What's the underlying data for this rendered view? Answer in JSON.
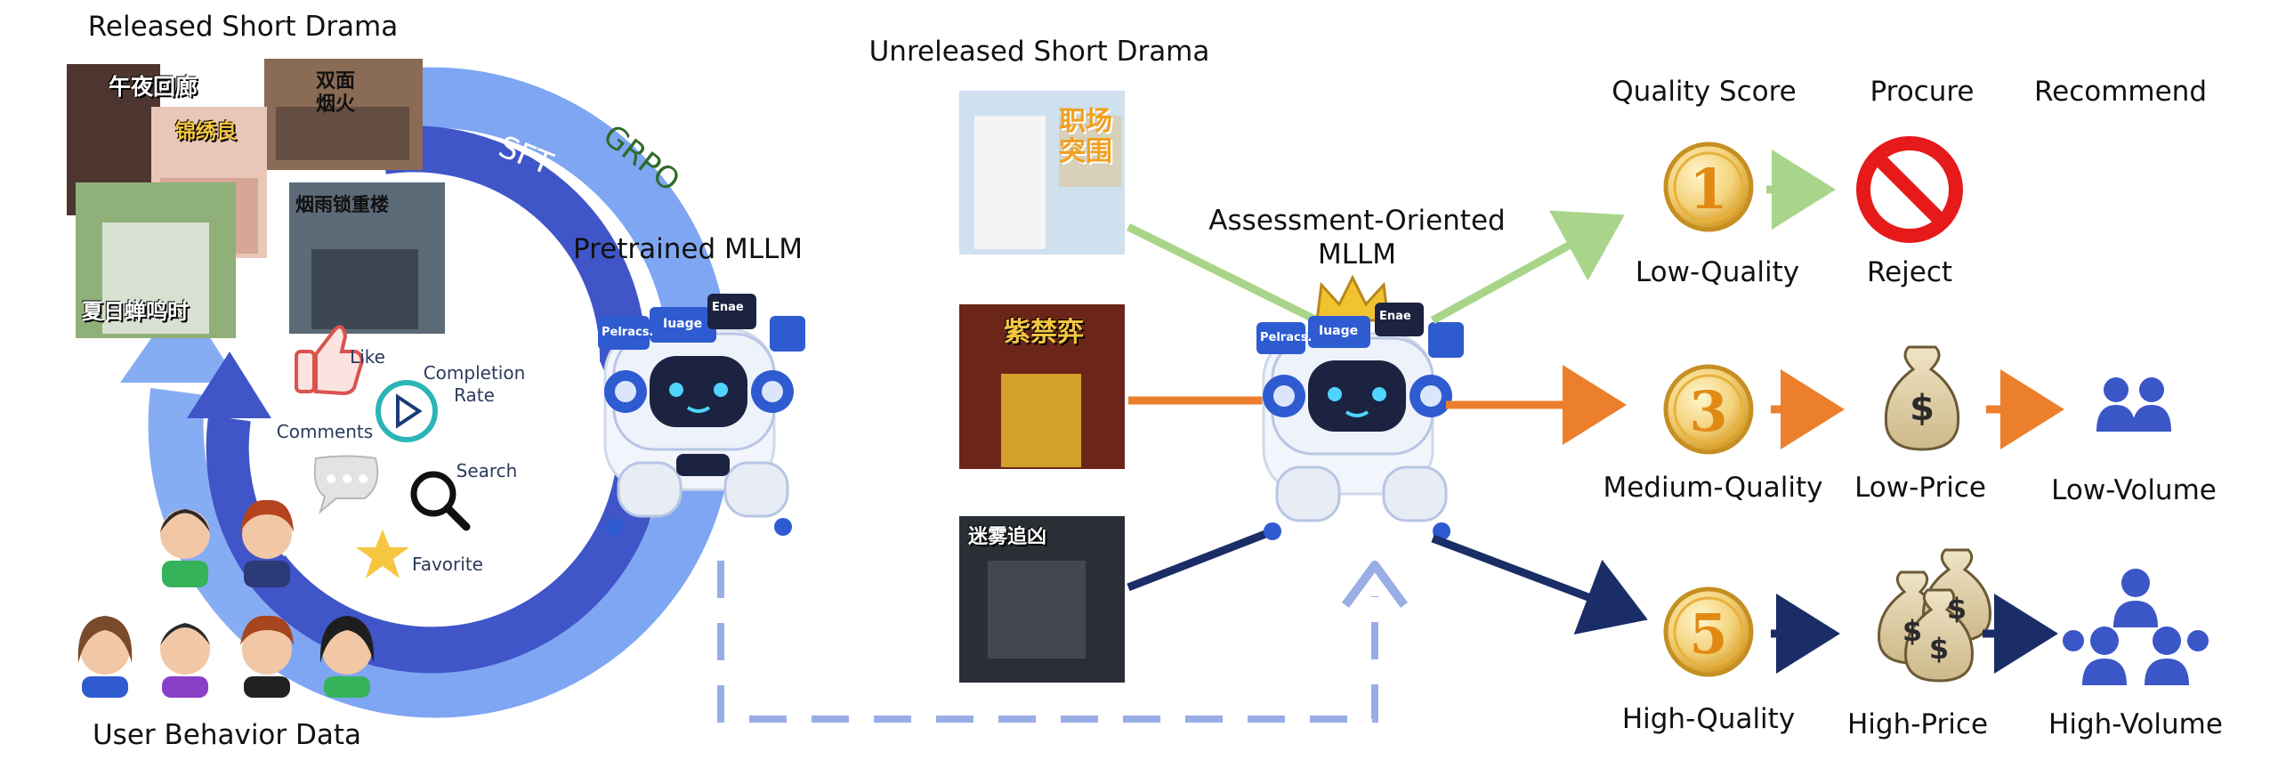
{
  "titles": {
    "released": "Released Short Drama",
    "unreleased": "Unreleased Short Drama",
    "user_behavior": "User Behavior Data",
    "pretrained": "Pretrained MLLM",
    "assessment_line1": "Assessment-Oriented",
    "assessment_line2": "MLLM"
  },
  "loop": {
    "sft": "SFT",
    "grpo": "GRPO"
  },
  "behaviors": {
    "like": "Like",
    "completion_line1": "Completion",
    "completion_line2": "Rate",
    "comments": "Comments",
    "search": "Search",
    "favorite": "Favorite"
  },
  "released_posters": [
    "午夜回廊",
    "锦绣良",
    "双面烟火",
    "夏日蝉鸣时",
    "烟雨锁重楼"
  ],
  "unreleased_posters": [
    "职场突围",
    "紫禁弈",
    "迷雾追凶"
  ],
  "robot_screen_texts": {
    "a": "Pelracs.",
    "b": "Iuage",
    "c": "Enae"
  },
  "columns": {
    "score": "Quality Score",
    "procure": "Procure",
    "recommend": "Recommend"
  },
  "outcomes": [
    {
      "score": "1",
      "quality": "Low-Quality",
      "procure": "Reject",
      "recommend": "",
      "color": "#a8d58a"
    },
    {
      "score": "3",
      "quality": "Medium-Quality",
      "procure": "Low-Price",
      "recommend": "Low-Volume",
      "color": "#ec7f2c"
    },
    {
      "score": "5",
      "quality": "High-Quality",
      "procure": "High-Price",
      "recommend": "High-Volume",
      "color": "#1a2d66"
    }
  ],
  "colors": {
    "loop_light": "#7ea6f2",
    "loop_dark": "#3f55c8",
    "dashed": "#9aaee6",
    "people": "#3b56c6",
    "coin_gold": "#e8b13a"
  }
}
